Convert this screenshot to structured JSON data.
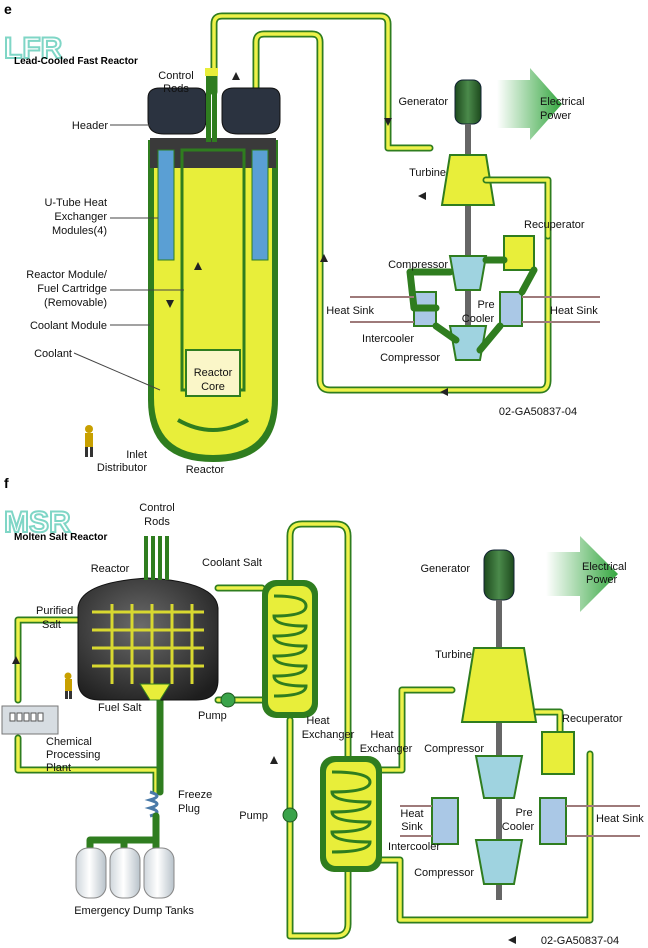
{
  "lfr": {
    "panel_letter": "e",
    "logo": "LFR",
    "subtitle": "Lead-Cooled Fast Reactor",
    "labels": {
      "control_rods_1": "Control",
      "control_rods_2": "Rods",
      "header": "Header",
      "u_tube_1": "U-Tube Heat",
      "u_tube_2": "Exchanger",
      "u_tube_3": "Modules(4)",
      "reactor_module_1": "Reactor Module/",
      "reactor_module_2": "Fuel Cartridge",
      "reactor_module_3": "(Removable)",
      "coolant_module": "Coolant Module",
      "coolant": "Coolant",
      "reactor_core_1": "Reactor",
      "reactor_core_2": "Core",
      "inlet_1": "Inlet",
      "inlet_2": "Distributor",
      "reactor": "Reactor",
      "generator": "Generator",
      "power_1": "Electrical",
      "power_2": "Power",
      "turbine": "Turbine",
      "recuperator": "Recuperator",
      "compressor_top": "Compressor",
      "heat_sink_left": "Heat Sink",
      "pre_1": "Pre",
      "pre_2": "Cooler",
      "heat_sink_right": "Heat Sink",
      "intercooler": "Intercooler",
      "compressor_bottom": "Compressor",
      "code": "02-GA50837-04"
    }
  },
  "msr": {
    "panel_letter": "f",
    "logo": "MSR",
    "subtitle": "Molten Salt Reactor",
    "labels": {
      "control_rods_1": "Control",
      "control_rods_2": "Rods",
      "reactor": "Reactor",
      "coolant_salt": "Coolant Salt",
      "purified_1": "Purified",
      "purified_2": "Salt",
      "fuel_salt": "Fuel Salt",
      "pump_top": "Pump",
      "chem_1": "Chemical",
      "chem_2": "Processing",
      "chem_3": "Plant",
      "heat_exch_left_1": "Heat",
      "heat_exch_left_2": "Exchanger",
      "heat_exch_right_1": "Heat",
      "heat_exch_right_2": "Exchanger",
      "freeze_1": "Freeze",
      "freeze_2": "Plug",
      "pump_bottom": "Pump",
      "dump_tanks": "Emergency Dump Tanks",
      "generator": "Generator",
      "power_1": "Electrical",
      "power_2": "Power",
      "turbine": "Turbine",
      "recuperator": "Recuperator",
      "compressor_top": "Compressor",
      "heat_sink_left_1": "Heat",
      "heat_sink_left_2": "Sink",
      "pre_1": "Pre",
      "pre_2": "Cooler",
      "heat_sink_right": "Heat Sink",
      "intercooler": "Intercooler",
      "compressor_bottom": "Compressor",
      "code": "02-GA50837-04"
    }
  },
  "colors": {
    "pipe_outer": "#2f7d1f",
    "pipe_inner": "#eef24a",
    "vessel_fill": "#e8ee3a",
    "blue_component": "#5a9fd4",
    "arrow_green": "#3fb34a",
    "reactor_dark": "#2b2b2b"
  }
}
